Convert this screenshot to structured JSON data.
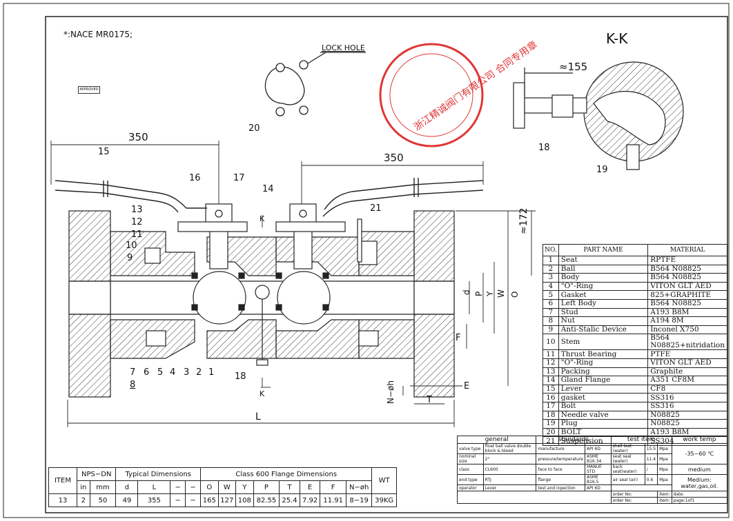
{
  "note": "*:NACE MR0175;",
  "approved_stamp": "APPROVED",
  "lock_hole": "LOCK HOLE",
  "section_title": "K-K",
  "dims": {
    "lever_len_left": "350",
    "lever_len_right": "350",
    "section_len": "≈155",
    "height": "≈172",
    "L": "L",
    "T": "T",
    "E": "E",
    "F": "F",
    "Nphi": "N−øh",
    "d": "d",
    "P": "P",
    "Y": "Y",
    "W": "W",
    "O": "O",
    "K": "K"
  },
  "callouts": [
    "1",
    "2",
    "3",
    "4",
    "5",
    "6",
    "7",
    "8",
    "9",
    "10",
    "11",
    "12",
    "13",
    "14",
    "15",
    "16",
    "17",
    "18",
    "19",
    "20",
    "21"
  ],
  "company_seal": "浙江精诚阀门有限公司 合同专用章",
  "parts_header": {
    "no": "NO.",
    "name": "PART NAME",
    "material": "MATERIAL"
  },
  "parts": [
    {
      "no": "1",
      "name": "Seat",
      "material": "RPTFE"
    },
    {
      "no": "2",
      "name": "Ball",
      "material": "B564 N08825"
    },
    {
      "no": "3",
      "name": "Body",
      "material": "B564 N08825"
    },
    {
      "no": "4",
      "name": "\"O\"-Ring",
      "material": "VITON GLT AED"
    },
    {
      "no": "5",
      "name": "Gasket",
      "material": "825+GRAPHITE"
    },
    {
      "no": "6",
      "name": "Left Body",
      "material": "B564 N08825"
    },
    {
      "no": "7",
      "name": "Stud",
      "material": "A193 B8M"
    },
    {
      "no": "8",
      "name": "Nut",
      "material": "A194 8M"
    },
    {
      "no": "9",
      "name": "Anti-Stalic Device",
      "material": "Inconel X750"
    },
    {
      "no": "10",
      "name": "Stem",
      "material": "B564 N08825+nitridation"
    },
    {
      "no": "11",
      "name": "Thrust Bearing",
      "material": "PTFE"
    },
    {
      "no": "12",
      "name": "\"O\"-Ring",
      "material": "VITON GLT AED"
    },
    {
      "no": "13",
      "name": "Packing",
      "material": "Graphite"
    },
    {
      "no": "14",
      "name": "Gland Flange",
      "material": "A351 CF8M"
    },
    {
      "no": "15",
      "name": "Lever",
      "material": "CF8"
    },
    {
      "no": "16",
      "name": "gasket",
      "material": "SS316"
    },
    {
      "no": "17",
      "name": "Bolt",
      "material": "SS316"
    },
    {
      "no": "18",
      "name": "Needle valve",
      "material": "N08825"
    },
    {
      "no": "19",
      "name": "Plug",
      "material": "N08825"
    },
    {
      "no": "20",
      "name": "BOLT",
      "material": "A193 B8M"
    },
    {
      "no": "21",
      "name": "Suspension",
      "material": "SS304"
    }
  ],
  "dim_table": {
    "item_label": "ITEM",
    "nps_dn": "NPS−DN",
    "typical": "Typical Dimensions",
    "flange": "Class 600 Flange Dimensions",
    "units": [
      "in",
      "mm"
    ],
    "typical_cols": [
      "d",
      "L",
      "−",
      "−"
    ],
    "flange_cols": [
      "O",
      "W",
      "Y",
      "P",
      "T",
      "E",
      "F",
      "N−øh"
    ],
    "wt": "WT",
    "row": {
      "item": "13",
      "in": "2",
      "mm": "50",
      "d": "49",
      "L": "355",
      "c1": "−",
      "c2": "−",
      "O": "165",
      "W": "127",
      "Y": "108",
      "P": "82.55",
      "T": "25.4",
      "E": "7.92",
      "F": "11.91",
      "N": "8−19",
      "WT": "39KG"
    }
  },
  "info": {
    "general": "general",
    "standards": "standards",
    "test_item": "test item",
    "work_temp": "work temp",
    "g_labels": [
      "valve type",
      "nominal size",
      "class",
      "end type",
      "operator"
    ],
    "g_values": [
      "float ball valve double block & bleed",
      "2\"",
      "CL600",
      "RTJ",
      "Lever"
    ],
    "s_labels": [
      "manufacture",
      "pressure/temperature",
      "face to face",
      "flange",
      "test and inpection"
    ],
    "s_values": [
      "API 6D",
      "ASME B16.34",
      "MANUF. STD",
      "ASME B16.5",
      "API 6D"
    ],
    "t_labels": [
      "shell test (water)",
      "seat seal (water)",
      "back seat(water)",
      "air seal (air)"
    ],
    "t_values": [
      "15.5",
      "11.4",
      "/",
      "0.6"
    ],
    "t_units": [
      "Mpa",
      "Mpa",
      "Mpa",
      "Mpa"
    ],
    "temp": "-35~60 ℃",
    "medium": "medium",
    "medium_val": "Medium: water,gas,oil.",
    "order_no": "order No:",
    "item": "item:",
    "date": "date:",
    "page": "page:1of1"
  }
}
